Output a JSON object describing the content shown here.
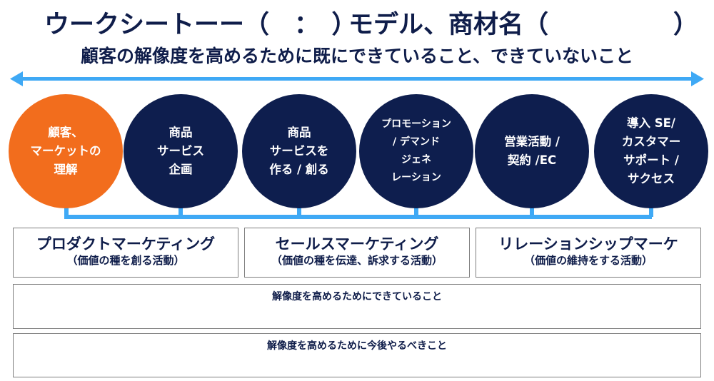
{
  "header": {
    "title_left": "ウークシートーー（　：　）",
    "title_right": "モデル、商材名（　　　　　）",
    "subtitle": "顧客の解像度を高めるために既にできていること、できていないこと"
  },
  "colors": {
    "navy": "#0e1e4e",
    "orange": "#f26d1d",
    "arrow": "#3fa9f5",
    "border": "#7f7f7f"
  },
  "stages": [
    {
      "label": "顧客、\nマーケットの\n理解",
      "highlight": true
    },
    {
      "label": "商品\nサービス\n企画",
      "highlight": false
    },
    {
      "label": "商品\nサービスを\n作る / 創る",
      "highlight": false
    },
    {
      "label": "プロモーション\n/ デマンド\nジェネ\nレーション",
      "highlight": false
    },
    {
      "label": "営業活動 /\n契約 /EC",
      "highlight": false
    },
    {
      "label": "導入 SE/\nカスタマー\nサポート /\nサクセス",
      "highlight": false
    }
  ],
  "categories": [
    {
      "title": "プロダクトマーケティング",
      "note": "（価値の種を創る活動）"
    },
    {
      "title": "セールスマーケティング",
      "note": "（価値の種を伝達、訴求する活動）"
    },
    {
      "title": "リレーションシップマーケ",
      "note": "（価値の維持をする活動）"
    }
  ],
  "sections": {
    "done": "解像度を高めるためにできていること",
    "todo": "解像度を高めるために今後やるべきこと"
  }
}
